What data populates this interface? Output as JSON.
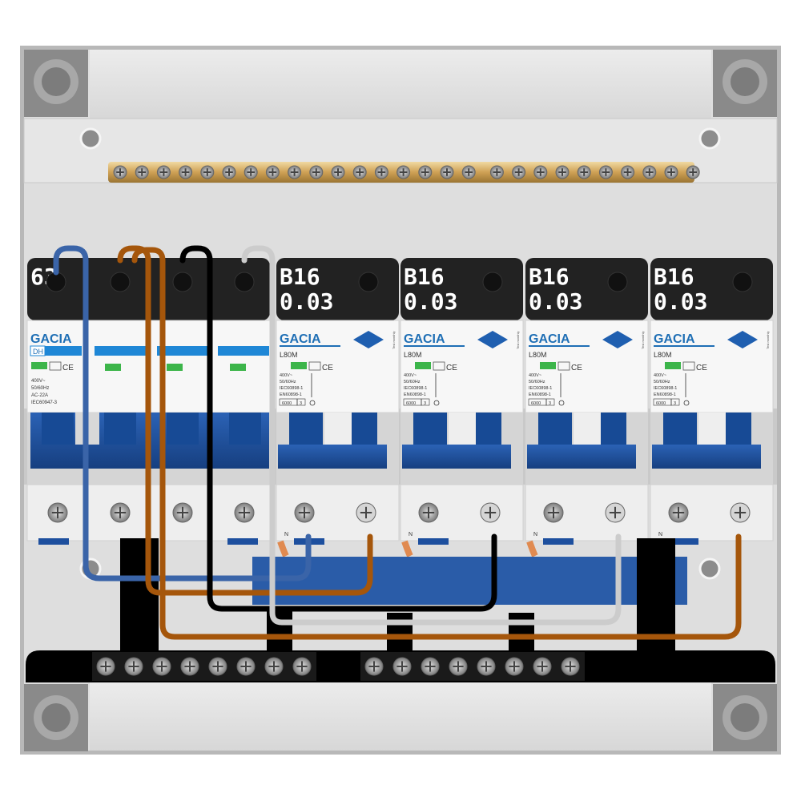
{
  "panel": {
    "colors": {
      "frame": "#b0b0b0",
      "busbar_brass": "#d1a85a",
      "breaker_blue": "#1d4f9e",
      "label_black": "#222222",
      "wire_blue": "#3a64a8",
      "wire_brown": "#a5560b",
      "wire_black": "#000000",
      "wire_grey": "#cccccc",
      "led_green": "#3cb54a",
      "brand_blue": "#1f6fb5"
    },
    "main_breaker": {
      "rating": "63",
      "brand": "GACIA",
      "model": "DH",
      "spec_lines": [
        "400V~",
        "50/60Hz",
        "AC-22A",
        "IEC60947-3"
      ]
    },
    "rcbos": [
      {
        "rating": "B16",
        "sensitivity": "0.03",
        "brand": "GACIA",
        "model": "L80M",
        "spec_lines": [
          "400V~",
          "50/60Hz",
          "IEC60898-1",
          "EN60898-1"
        ],
        "capacity": "6000",
        "class": "3",
        "test_label": "Test monthly",
        "neutral_label": "N"
      },
      {
        "rating": "B16",
        "sensitivity": "0.03",
        "brand": "GACIA",
        "model": "L80M",
        "spec_lines": [
          "400V~",
          "50/60Hz",
          "IEC60898-1",
          "EN60898-1"
        ],
        "capacity": "6000",
        "class": "3",
        "test_label": "Test monthly",
        "neutral_label": "N"
      },
      {
        "rating": "B16",
        "sensitivity": "0.03",
        "brand": "GACIA",
        "model": "L80M",
        "spec_lines": [
          "400V~",
          "50/60Hz",
          "IEC60898-1",
          "EN60898-1"
        ],
        "capacity": "6000",
        "class": "3",
        "test_label": "Test monthly",
        "neutral_label": "N"
      },
      {
        "rating": "B16",
        "sensitivity": "0.03",
        "brand": "GACIA",
        "model": "L80M",
        "spec_lines": [
          "400V~",
          "50/60Hz",
          "IEC60898-1",
          "EN60898-1"
        ],
        "capacity": "6000",
        "class": "3",
        "test_label": "Test monthly",
        "neutral_label": "N"
      }
    ],
    "busbar_screw_count": 27,
    "terminal_block_left_count": 8,
    "terminal_block_right_count": 8
  }
}
